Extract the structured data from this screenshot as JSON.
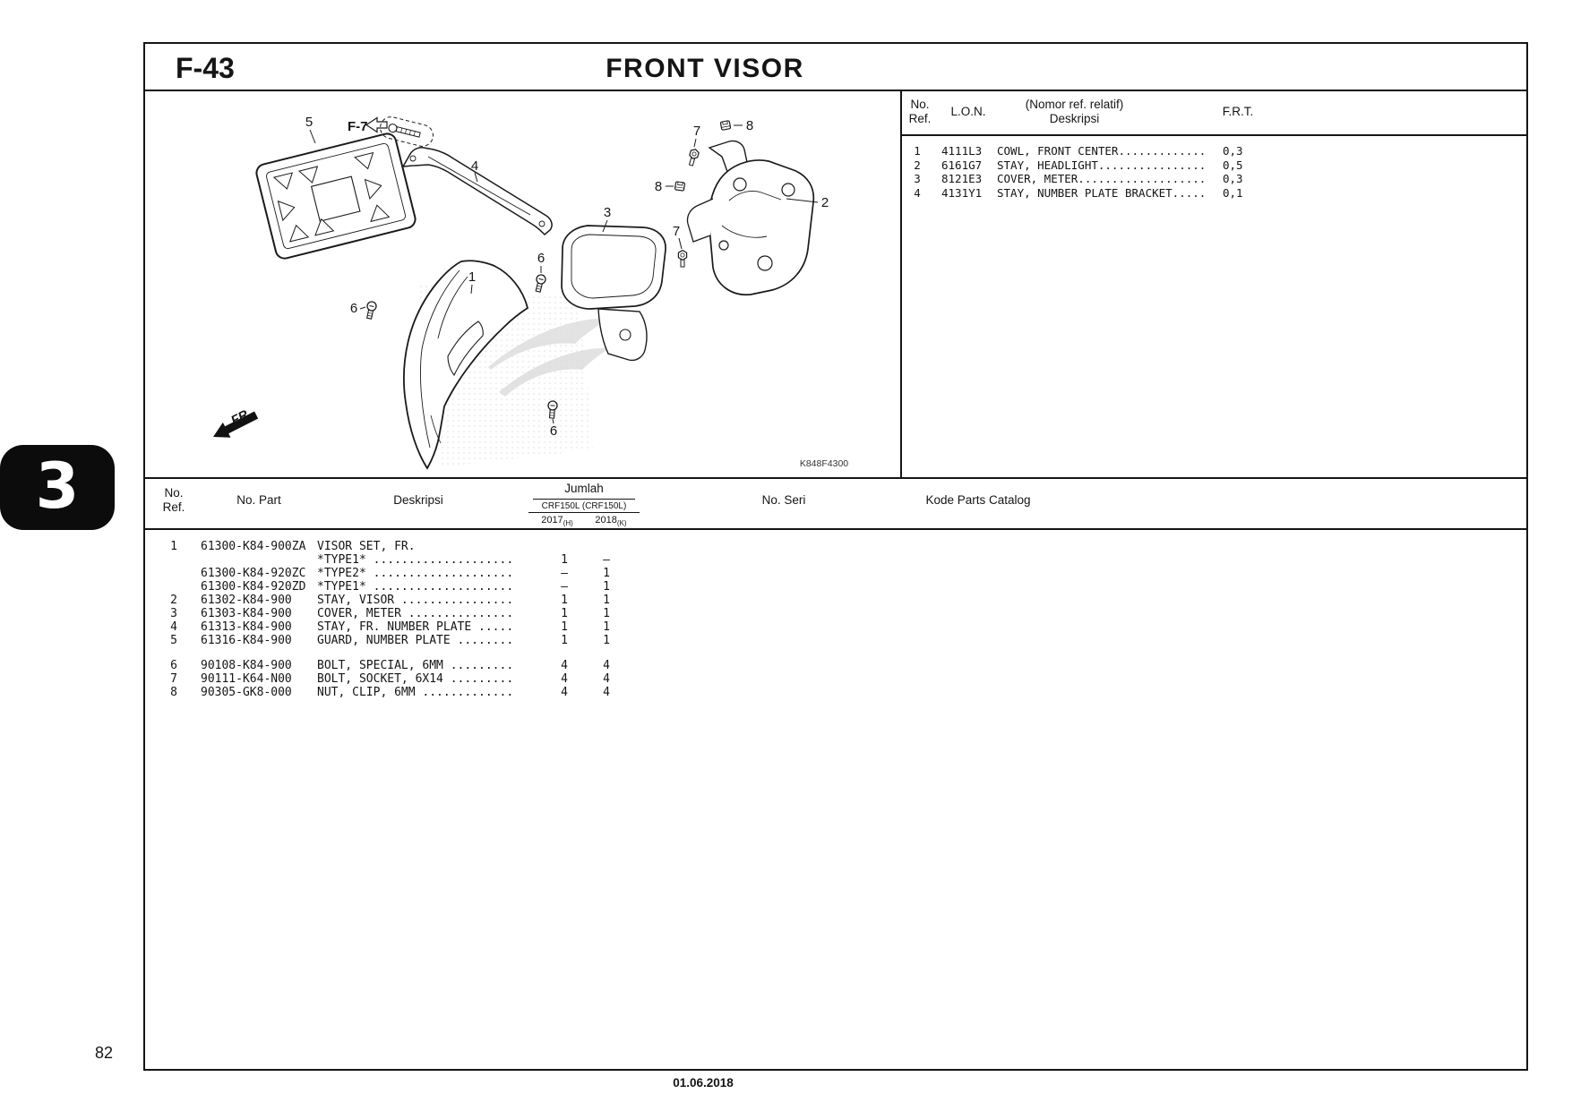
{
  "page": {
    "code": "F-43",
    "title": "FRONT VISOR",
    "page_number": "82",
    "date": "01.06.2018",
    "section_tab": "3",
    "diagram_code": "K848F4300"
  },
  "colors": {
    "ink": "#151515",
    "paper": "#ffffff"
  },
  "ref_table": {
    "header": {
      "no_ref_line1": "No.",
      "no_ref_line2": "Ref.",
      "lon": "L.O.N.",
      "deskripsi_line1": "(Nomor ref. relatif)",
      "deskripsi_line2": "Deskripsi",
      "frt": "F.R.T."
    },
    "rows": [
      {
        "ref": "1",
        "lon": "4111L3",
        "desc": "COWL, FRONT CENTER.............",
        "frt": "0,3"
      },
      {
        "ref": "2",
        "lon": "6161G7",
        "desc": "STAY, HEADLIGHT................",
        "frt": "0,5"
      },
      {
        "ref": "3",
        "lon": "8121E3",
        "desc": "COVER, METER...................",
        "frt": "0,3"
      },
      {
        "ref": "4",
        "lon": "4131Y1",
        "desc": "STAY, NUMBER PLATE BRACKET.....",
        "frt": "0,1"
      }
    ]
  },
  "parts_table": {
    "header": {
      "no_ref_line1": "No.",
      "no_ref_line2": "Ref.",
      "no_part": "No. Part",
      "deskripsi": "Deskripsi",
      "jumlah": "Jumlah",
      "jumlah_sub": "CRF150L (CRF150L)",
      "year1": "2017",
      "year1_sub": "(H)",
      "year2": "2018",
      "year2_sub": "(K)",
      "no_seri": "No. Seri",
      "kode": "Kode Parts Catalog"
    },
    "rows": [
      {
        "ref": "1",
        "part": "61300-K84-900ZA",
        "desc": "VISOR SET, FR.",
        "q1": "",
        "q2": ""
      },
      {
        "ref": "",
        "part": "",
        "desc": "*TYPE1* ....................",
        "q1": "1",
        "q2": "–"
      },
      {
        "ref": "",
        "part": "61300-K84-920ZC",
        "desc": "*TYPE2* ....................",
        "q1": "–",
        "q2": "1"
      },
      {
        "ref": "",
        "part": "61300-K84-920ZD",
        "desc": "*TYPE1* ....................",
        "q1": "–",
        "q2": "1"
      },
      {
        "ref": "2",
        "part": "61302-K84-900",
        "desc": "STAY, VISOR ................",
        "q1": "1",
        "q2": "1"
      },
      {
        "ref": "3",
        "part": "61303-K84-900",
        "desc": "COVER, METER ...............",
        "q1": "1",
        "q2": "1"
      },
      {
        "ref": "4",
        "part": "61313-K84-900",
        "desc": "STAY, FR. NUMBER PLATE .....",
        "q1": "1",
        "q2": "1"
      },
      {
        "ref": "5",
        "part": "61316-K84-900",
        "desc": "GUARD, NUMBER PLATE ........",
        "q1": "1",
        "q2": "1"
      },
      {
        "ref": "6",
        "part": "90108-K84-900",
        "desc": "BOLT, SPECIAL, 6MM .........",
        "q1": "4",
        "q2": "4",
        "gap": true
      },
      {
        "ref": "7",
        "part": "90111-K64-N00",
        "desc": "BOLT, SOCKET, 6X14 .........",
        "q1": "4",
        "q2": "4"
      },
      {
        "ref": "8",
        "part": "90305-GK8-000",
        "desc": "NUT, CLIP, 6MM .............",
        "q1": "4",
        "q2": "4"
      }
    ]
  },
  "diagram": {
    "f7": "F-7",
    "fr": "FR.",
    "c1": "1",
    "c2": "2",
    "c3": "3",
    "c4": "4",
    "c5": "5",
    "c6": "6",
    "c7": "7",
    "c8": "8"
  }
}
